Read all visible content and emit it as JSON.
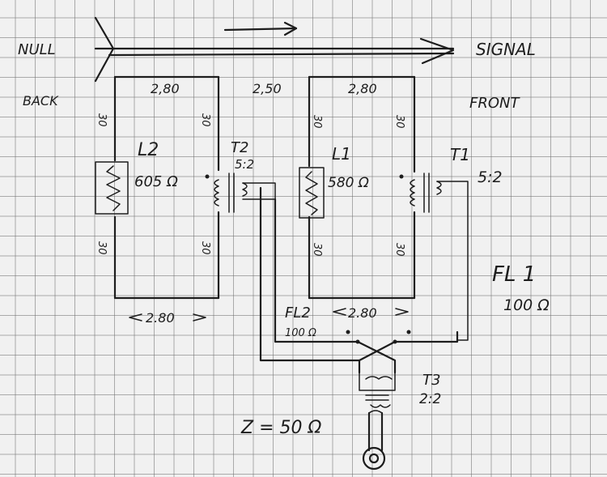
{
  "labels": {
    "null": "NULL",
    "back": "BACK",
    "signal": "SIGNAL",
    "front": "FRONT",
    "height_l2": "2,80",
    "spacing": "2,50",
    "height_l1": "2,80",
    "l2_name": "L2",
    "l2_res": "605 Ω",
    "t2_name": "T2",
    "t2_ratio": "5:2",
    "l1_name": "L1",
    "l1_res": "580 Ω",
    "t1_name": "T1",
    "t1_ratio": "5:2",
    "fl1_name": "FL 1",
    "fl1_res": "100 Ω",
    "width_l2": "2.80",
    "fl2_name": "FL2",
    "fl2_res": "100 Ω",
    "width_l1": "2.80",
    "t3_name": "T3",
    "t3_ratio": "2:2",
    "impedance": "Z = 50 Ω",
    "seg_30": "30"
  },
  "colors": {
    "ink": "#1d1d1d",
    "grid": "#6e6e6e",
    "paper": "#f1f1f1"
  }
}
